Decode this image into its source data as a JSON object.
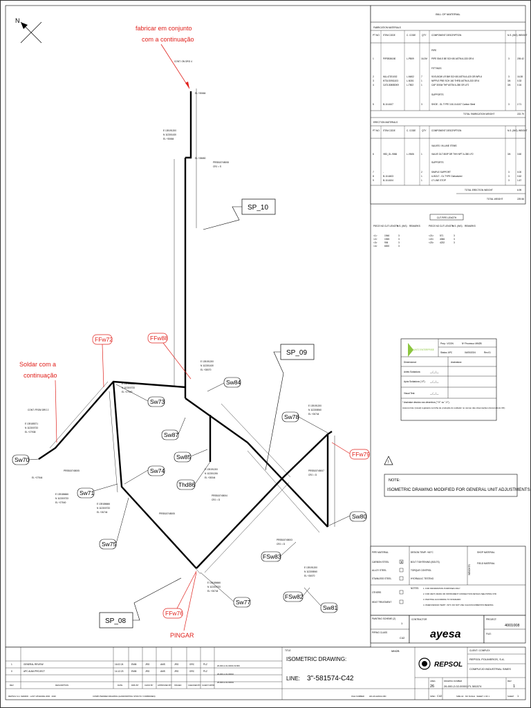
{
  "drawing": {
    "north_label": "N",
    "callouts": {
      "fabricate_assembly": "fabricar em conjunto com a continuação",
      "weld_continuation": "Soldar com a continuação",
      "pingar": "PINGAR"
    },
    "supports": [
      "SP_10",
      "SP_09",
      "SP_08"
    ],
    "welds_black": [
      "Sw70",
      "Sw71",
      "Sw73",
      "Sw74",
      "Sw75",
      "Sw77",
      "Sw78",
      "Sw80",
      "Sw81",
      "Sw84",
      "Sw85",
      "Sw87",
      "FSw82",
      "FSw83",
      "Thd86"
    ],
    "welds_red": [
      "FFw72",
      "FFw88",
      "FFw79",
      "FFw76"
    ],
    "cont_from": "CONT. FROM DRG 2",
    "cont_on": "CONT. ON DRG 4",
    "elevations": [
      "EL +30664",
      "EL +28650",
      "EL +28070",
      "EL +27540",
      "EL +26744",
      "EL +28344",
      "EL +26070"
    ],
    "coord_block": "E 139191200 N 112301430 EL +30664"
  },
  "bom": {
    "title": "BILL OF MATERIAL",
    "fab_header": "FABRICATION MATERIALS",
    "col_headers": [
      "PT NO",
      "ITEM CODE",
      "C. CODE",
      "QTY",
      "COMPONENT DESCRIPTION",
      "N.S. (INS)",
      "WEIGHT"
    ],
    "pipe_label": "PIPE",
    "pipe_rows": [
      [
        "1",
        "PIPSB36180",
        "L-PB09",
        "16.2M",
        "PIPE SMLS BE SCH 80 ASTM A-333 GR.6",
        "3",
        "205.42"
      ]
    ],
    "fittings_label": "FITTINGS",
    "fitting_rows": [
      [
        "2",
        "MLL47201002",
        "L-M402",
        "7",
        "90 ELBOW LR BW SCH 80 ASTM A-420 GR.WPL6",
        "3",
        "16.38"
      ],
      [
        "3",
        "NT3LS0911103",
        "L-N301",
        "1",
        "NIPPLE PBE SCH 160 THRD ASTM A-333 GR.6",
        "3/4",
        "0.33"
      ],
      [
        "4",
        "CATL3080B3K9",
        "L-T802",
        "1",
        "CAP 3000# THP ASTM A-350 GR.LF2",
        "3/4",
        "0.16"
      ]
    ],
    "supports_label": "SUPPORTS",
    "support_rows": [
      [
        "5",
        "B-10-6107",
        "",
        "3",
        "SHOE - GL TYPE 3-B-10-6107 Carbon Steel",
        "3",
        "2.71"
      ]
    ],
    "total_fab": "TOTAL FABRICATION WEIGHT",
    "total_fab_val": "222.79",
    "erection_header": "ERECTION MATERIALS",
    "valves_label": "VALVES / IN-LINE ITEMS",
    "valve_rows": [
      [
        "6",
        "VB3_GL-9066",
        "L-VN06",
        "1",
        "VALVE GLT 800P DR THH NPT A-350 LF2",
        "3/4",
        "3.60"
      ]
    ],
    "supports2_label": "SUPPORTS",
    "support2_rows": [
      [
        "7",
        "-",
        "",
        "2",
        "SIMPLE SUPPORT",
        "3",
        "0.00"
      ],
      [
        "8",
        "B-10-6403",
        "",
        "1",
        "U-BOLT - GL TYPE Galvanized",
        "3",
        "0.62"
      ],
      [
        "9",
        "B-10-6104",
        "",
        "1",
        "LT LINE STOP",
        "3",
        "1.67"
      ]
    ],
    "total_erect": "TOTAL ERECTION WEIGHT",
    "total_erect_val": "6.99",
    "total": "TOTAL WEIGHT",
    "total_val": "229.58",
    "cut_title": "CUT PIPE LENGTH",
    "cut_headers": [
      "PIECE NO",
      "CUT LENGTH",
      "N.S. (INS)",
      "REMARKS"
    ],
    "cut_left": [
      [
        "<1>",
        "1946",
        "3"
      ],
      [
        "<2>",
        "1945",
        "3"
      ],
      [
        "<3>",
        "906",
        "3"
      ],
      [
        "<4>",
        "6000",
        "3"
      ]
    ],
    "cut_right": [
      [
        "<21>",
        "571",
        "3"
      ],
      [
        "<22>",
        "4066",
        "3"
      ],
      [
        "<23>",
        "4232",
        "3"
      ]
    ]
  },
  "stamp": {
    "company_line": "KUNTZ ENTERPRISE",
    "prep_label": "Prep.: VGON",
    "process_label": "Nº Processo: MM2B",
    "status_label": "Status: APC",
    "date_label": "04/05/2024",
    "rev_label": "Rev.01",
    "rows": [
      "Dimensional:",
      "Antes Soldadura",
      "Após Soldadura ( VT)",
      "Visual Test:"
    ],
    "signature_label": "Assinatura:",
    "dates": [
      "__/__/__",
      "__/__/__",
      "__/__/__"
    ],
    "note1": "* Assinalar desvios nos desenhos (\"+X\" ou \"-X\").",
    "note2": "Autocontrolo (visual) registado na folha de produção do soldador no campo das observações (Autocontrolo OK)"
  },
  "note": {
    "title": "NOTE:",
    "text": "ISOMETRIC DRAWING MODIFIED FOR GENERAL UNIT ADJUSTMENTS"
  },
  "specs": {
    "pipe_material": "PIPE MATERIAL",
    "materials": [
      "CARBON STEEL",
      "ALLOY STEEL",
      "STAINLESS STEEL",
      "OTHERS",
      "HEAT TREATMENT"
    ],
    "design_temp": "DESIGN TEMP: +60°C",
    "shop_material": "SHOP MATERIAL",
    "field_material": "FIELD MATERIAL",
    "bolt_tightening": "BOLT TIGHTENING (BOLTS)",
    "torque_control": "TORQUE CONTROL",
    "hydro_test": "HYDRAULIC TESTING",
    "weights": "WEIGHTS",
    "notes_label": "NOTES:",
    "notes": [
      "1. FOR INFORMATION PURPOSES ONLY",
      "2. FOR VENT, DRAIN OR INSTRUMENT CONNECTION DETAILS SEE PIPING STD",
      "3. PAINTING ACCORDING TO STANDARD",
      "4. WHEN DESIGN TEMP > 60°C DO NOT USE CALCIUM ASBESTOS BEARING"
    ],
    "painting_scheme": "PAINTING SCHEME (2)",
    "painting_val": "1",
    "piping_class": "PIPING CLASS",
    "piping_class_val": "C42",
    "contractor": "CONTRACTOR",
    "contractor_name": "ayesa",
    "project_label": "PROJECT:",
    "project_val": "4001008",
    "file_label": "FILE:"
  },
  "title_block": {
    "title_label": "TITLE",
    "title_val": "ISOMETRIC DRAWING:",
    "line_label": "LINE:",
    "line_val": "3\"-581574-C42",
    "unit_code": "MM2B",
    "client_label": "CLIENT / COMPLEX",
    "client_name": "REPSOL POLIMEROS, S.A.",
    "complex_name": "COMPLEJO INDUSTRIAL SINES",
    "repsol_logo": "REPSOL",
    "revisions": [
      [
        "1",
        "GENERAL REVIEW",
        "16.02.24",
        "EMM",
        "JRG",
        "AMS",
        "JRG",
        "GRC",
        "PLZ"
      ],
      [
        "0",
        "APC ALBA PROJECT",
        "14.12.23",
        "EMM",
        "JRG",
        "AMS",
        "JRG",
        "GRC",
        "PLZ"
      ]
    ],
    "rev_headers": [
      "REV",
      "DESCRIPTION",
      "DATE",
      "DRN BY",
      "CHKD BY",
      "APPROVED BY",
      "ISSUED",
      "CHECKED BY",
      "CLIENT APPR"
    ],
    "ref_docs": [
      "26-000-2-01-00001 FL569",
      "26-000-1-01-00010",
      "26-000-2-01-00001"
    ],
    "area_label": "AREA",
    "area_val": "26",
    "spec_label": "SPEC",
    "spec_val": "C42",
    "drawing_number_label": "DRAWING NUMBER",
    "drawing_number": "26-000-2-02-00001 FL 581574",
    "rev_label": "REV",
    "rev_val": "1",
    "sheet_label": "SHEET",
    "sheet_val": "1",
    "of_val": "1",
    "footer_left": "REPSOL S.A. MADRID · LAST UPGRADE 2000 · 2020",
    "footer_mid": "COMPUTERIZED DRAWING (HANDWRITING STRICTLY FORBIDDEN)",
    "file_number_label": "FILE NUMBER",
    "file_number": "HD-LIN-E0341-00N",
    "scale": "SIZE A4 · NO SCALE · SHEET 1 OF 1"
  },
  "colors": {
    "red_markup": "#e0201b",
    "line": "#000000",
    "ayesa_green": "#8cc63f"
  }
}
